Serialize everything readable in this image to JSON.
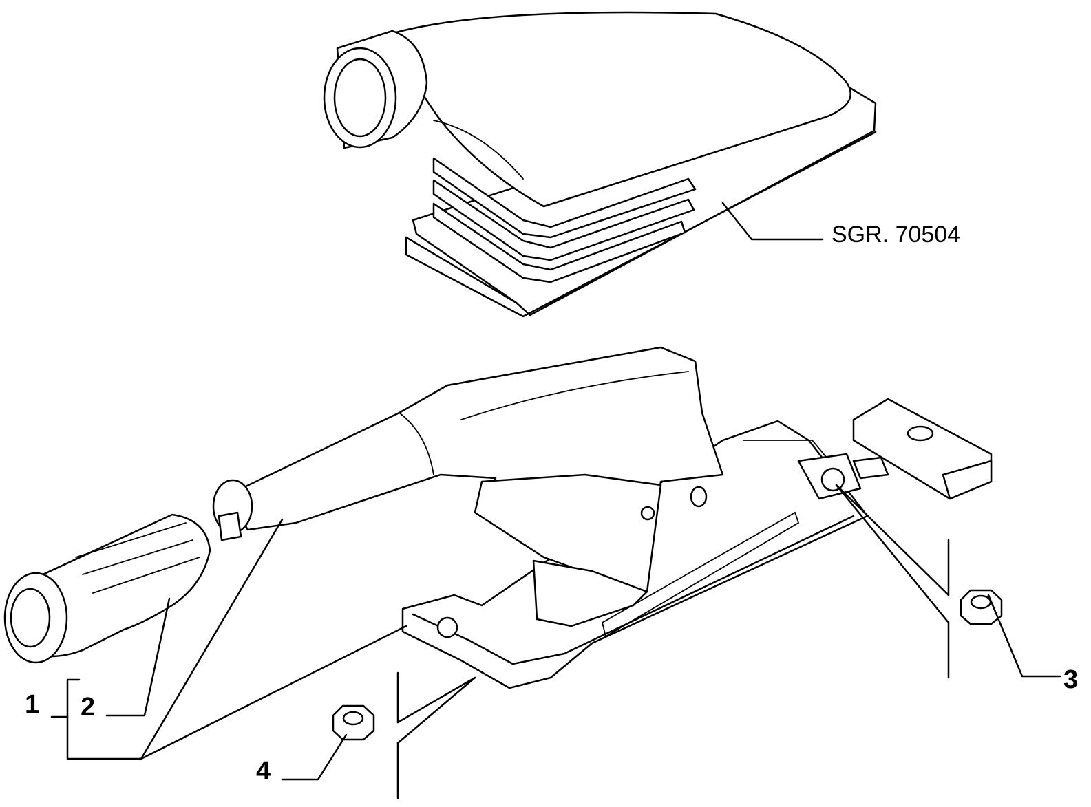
{
  "labels": {
    "ref": "SGR. 70504",
    "callout_1": "1",
    "callout_2": "2",
    "callout_3": "3",
    "callout_4": "4"
  },
  "colors": {
    "line": "#000000",
    "background": "#ffffff"
  }
}
